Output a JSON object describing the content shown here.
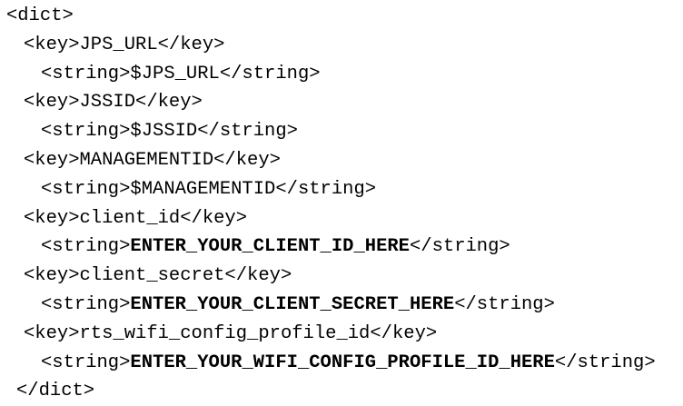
{
  "page": {
    "background_color": "#ffffff",
    "text_color": "#000000"
  },
  "code_block": {
    "language": "plist-xml",
    "lines": [
      {
        "indent": 0,
        "segments": [
          {
            "text": "<dict>",
            "bold": false
          }
        ]
      },
      {
        "indent": 1,
        "segments": [
          {
            "text": "<key>JPS_URL</key>",
            "bold": false
          }
        ]
      },
      {
        "indent": 2,
        "segments": [
          {
            "text": "<string>$JPS_URL</string>",
            "bold": false
          }
        ]
      },
      {
        "indent": 1,
        "segments": [
          {
            "text": "<key>JSSID</key>",
            "bold": false
          }
        ]
      },
      {
        "indent": 2,
        "segments": [
          {
            "text": "<string>$JSSID</string>",
            "bold": false
          }
        ]
      },
      {
        "indent": 1,
        "segments": [
          {
            "text": "<key>MANAGEMENTID</key>",
            "bold": false
          }
        ]
      },
      {
        "indent": 2,
        "segments": [
          {
            "text": "<string>$MANAGEMENTID</string>",
            "bold": false
          }
        ]
      },
      {
        "indent": 1,
        "segments": [
          {
            "text": "<key>client_id</key>",
            "bold": false
          }
        ]
      },
      {
        "indent": 2,
        "segments": [
          {
            "text": "<string>",
            "bold": false
          },
          {
            "text": "ENTER_YOUR_CLIENT_ID_HERE",
            "bold": true
          },
          {
            "text": "</string>",
            "bold": false
          }
        ]
      },
      {
        "indent": 1,
        "segments": [
          {
            "text": "<key>client_secret</key>",
            "bold": false
          }
        ]
      },
      {
        "indent": 2,
        "segments": [
          {
            "text": "<string>",
            "bold": false
          },
          {
            "text": "ENTER_YOUR_CLIENT_SECRET_HERE",
            "bold": true
          },
          {
            "text": "</string>",
            "bold": false
          }
        ]
      },
      {
        "indent": 1,
        "segments": [
          {
            "text": "<key>rts_wifi_config_profile_id</key>",
            "bold": false
          }
        ]
      },
      {
        "indent": 2,
        "segments": [
          {
            "text": "<string>",
            "bold": false
          },
          {
            "text": "ENTER_YOUR_WIFI_CONFIG_PROFILE_ID_HERE",
            "bold": true
          },
          {
            "text": "</string>",
            "bold": false
          }
        ]
      },
      {
        "indent": 0.5,
        "segments": [
          {
            "text": "</dict>",
            "bold": false
          }
        ]
      }
    ]
  }
}
